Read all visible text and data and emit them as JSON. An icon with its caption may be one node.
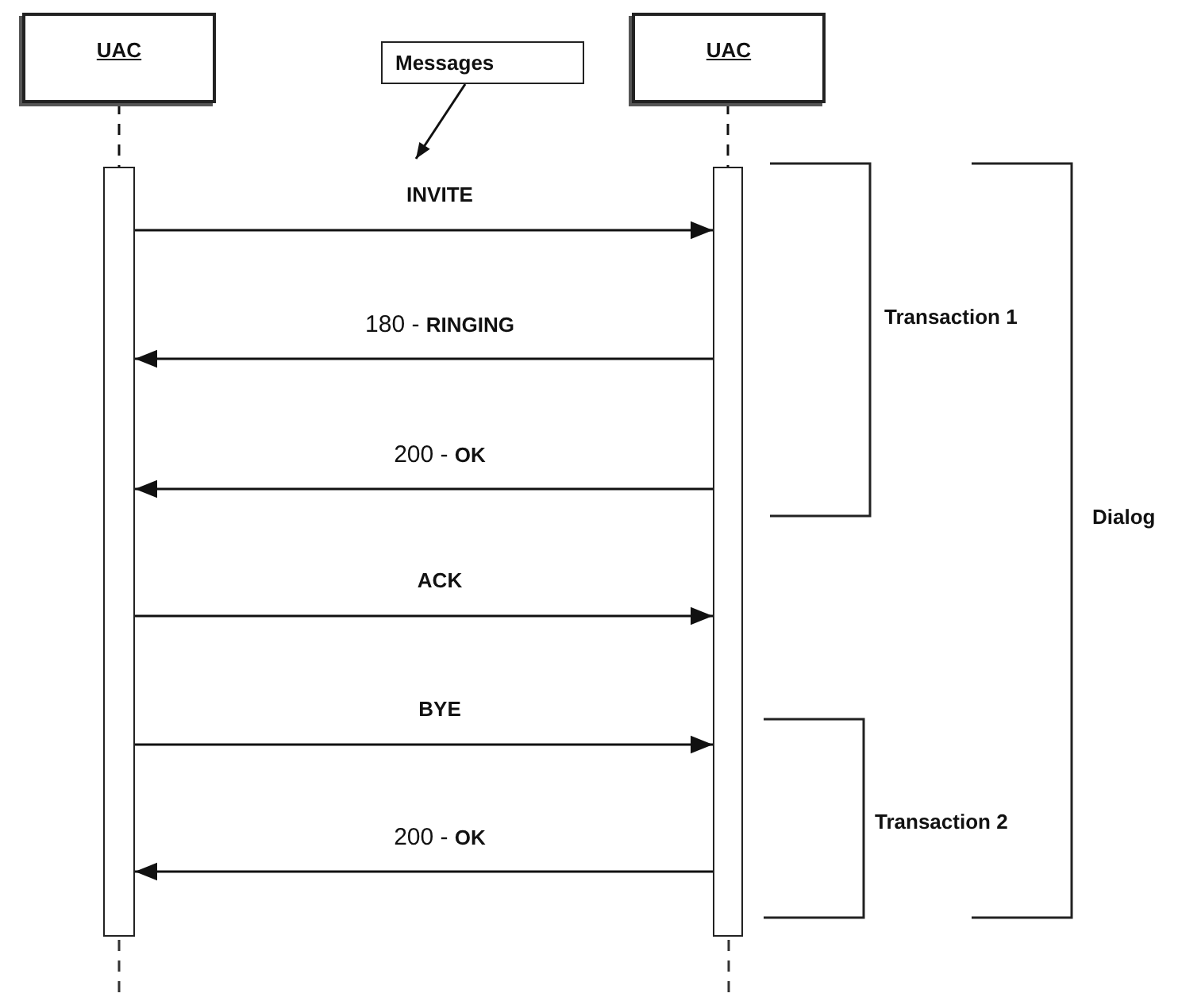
{
  "diagram": {
    "nodes": [
      {
        "text": [
          "UAC"
        ]
      },
      {
        "text": [
          "UAC"
        ]
      },
      {
        "text": [
          "Messages"
        ]
      },
      {
        "text": [],
        "shape": "bar"
      },
      {
        "text": [],
        "shape": "bar"
      }
    ],
    "edges": [
      {
        "from": 0,
        "to": 3,
        "arrow": "none",
        "style": "dashed"
      },
      {
        "from": 1,
        "to": 4,
        "arrow": "none",
        "style": "dashed"
      },
      {
        "from": 2,
        "to": null,
        "arrow": "to"
      },
      {
        "from": 3,
        "to": 4,
        "arrow": "to",
        "label": "INVITE"
      },
      {
        "from": 4,
        "to": 3,
        "arrow": "to",
        "label": "180 - **RINGING**"
      },
      {
        "from": 4,
        "to": 3,
        "arrow": "to",
        "label": "200 - **OK**"
      },
      {
        "from": 3,
        "to": 4,
        "arrow": "to",
        "label": "ACK"
      },
      {
        "from": 3,
        "to": 4,
        "arrow": "to",
        "label": "BYE"
      },
      {
        "from": 4,
        "to": 3,
        "arrow": "to",
        "label": "200 - **OK**"
      }
    ],
    "labels": [
      "Transaction 1",
      "Dialog",
      "Transaction 2"
    ]
  }
}
